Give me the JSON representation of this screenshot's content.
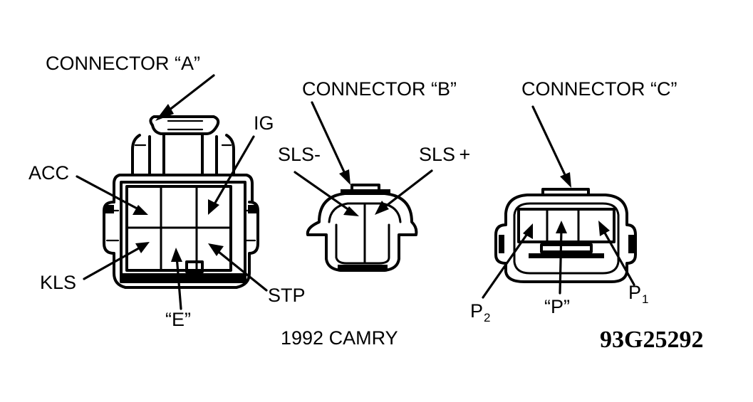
{
  "connector_a": {
    "title": "CONNECTOR “A”",
    "pins": {
      "acc": "ACC",
      "ig": "IG",
      "kls": "KLS",
      "stp": "STP",
      "e": "“E”"
    }
  },
  "connector_b": {
    "title": "CONNECTOR “B”",
    "pins": {
      "sls_minus": "SLS-",
      "sls_plus": "SLS +"
    }
  },
  "connector_c": {
    "title": "CONNECTOR “C”",
    "pins": {
      "p2_letter": "P",
      "p2_sub": "2",
      "p": "“P”",
      "p1_letter": "P",
      "p1_sub": "1"
    }
  },
  "model_caption": "1992 CAMRY",
  "figure_code": "93G25292"
}
